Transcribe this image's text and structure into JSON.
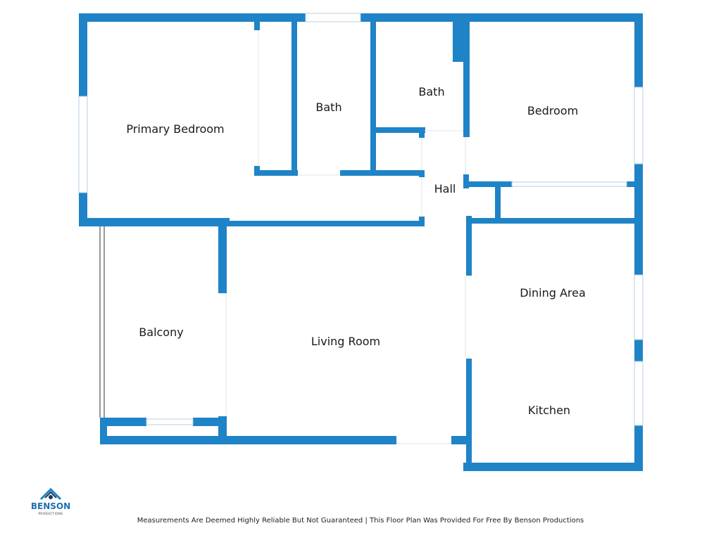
{
  "colors": {
    "wall": "#1f83c7",
    "opening": "#ffffff",
    "text": "#1a1a1a"
  },
  "rooms": {
    "primary_bedroom": "Primary Bedroom",
    "bath_1": "Bath",
    "bath_2": "Bath",
    "bedroom": "Bedroom",
    "hall": "Hall",
    "balcony": "Balcony",
    "living_room": "Living Room",
    "dining_area": "Dining Area",
    "kitchen": "Kitchen"
  },
  "logo": {
    "name": "BENSON",
    "sub": "PRODUCTIONS"
  },
  "footer": {
    "text": "Measurements Are Deemed Highly Reliable But Not Guaranteed | This Floor Plan Was Provided For Free By Benson Productions"
  }
}
